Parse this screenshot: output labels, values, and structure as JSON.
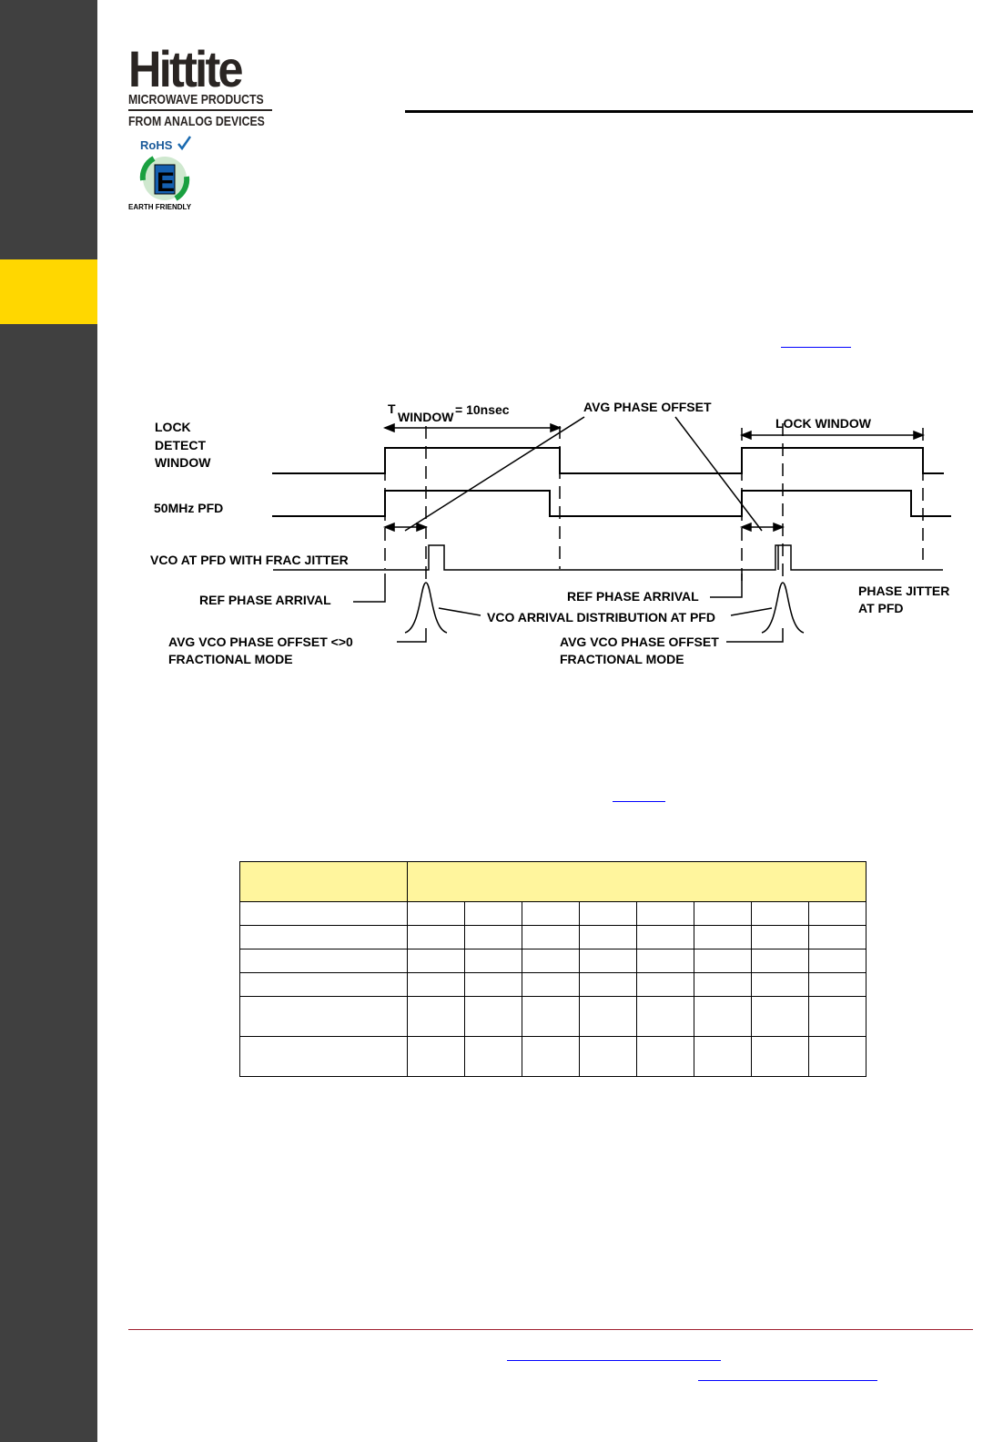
{
  "logo": {
    "brand": "Hittite",
    "line1": "MICROWAVE PRODUCTS",
    "line2": "FROM ANALOG DEVICES",
    "rohs": "RoHS",
    "rohs_mark": "E",
    "earth_friendly": "EARTH FRIENDLY"
  },
  "colors": {
    "sidebar": "#404040",
    "section_tab": "#ffd700",
    "table_header": "#fff59d",
    "footer_rule": "#a02030",
    "link": "#0000ff"
  },
  "diagram": {
    "lock_detect_window": [
      "LOCK",
      "DETECT",
      "WINDOW"
    ],
    "pfd_label": "50MHz  PFD",
    "vco_label": "VCO  AT  PFD  WITH  FRAC  JITTER",
    "t_window_t": "T",
    "t_window_sub": "WINDOW",
    "t_window_value": "=  10nsec",
    "avg_phase_offset": "AVG  PHASE  OFFSET",
    "lock_window": "LOCK  WINDOW",
    "ref_phase_arrival_left": "REF  PHASE  ARRIVAL",
    "ref_phase_arrival_right": "REF  PHASE  ARRIVAL",
    "vco_arrival_distribution": "VCO  ARRIVAL  DISTRIBUTION  AT  PFD",
    "phase_jitter": [
      "PHASE  JITTER",
      "AT  PFD"
    ],
    "avg_vco_offset_left": [
      "AVG  VCO  PHASE  OFFSET  <>0",
      "FRACTIONAL  MODE"
    ],
    "avg_vco_offset_right": [
      "AVG  VCO  PHASE  OFFSET",
      "FRACTIONAL  MODE"
    ]
  }
}
